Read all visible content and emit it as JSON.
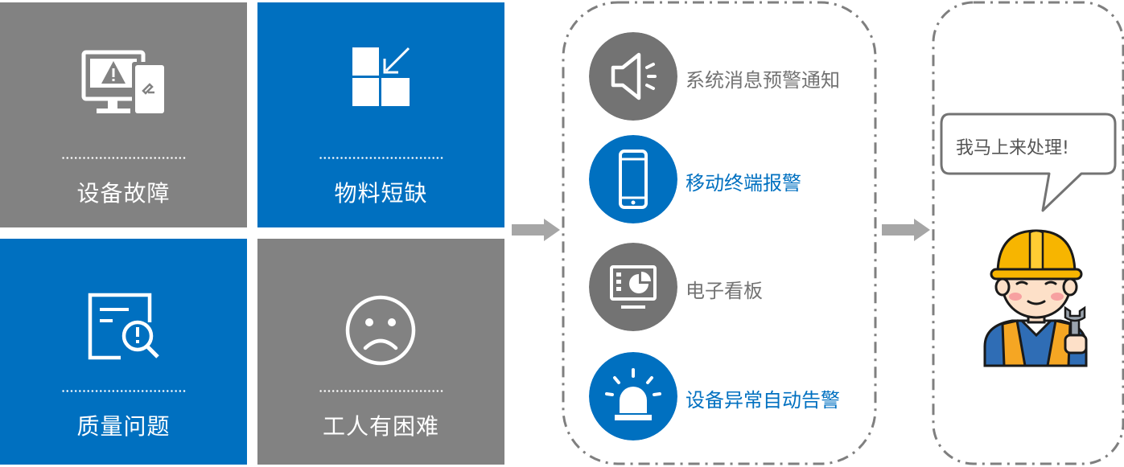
{
  "problems": [
    {
      "label": "设备故障",
      "icon": "computer-warning-icon",
      "bg": "#828282"
    },
    {
      "label": "物料短缺",
      "icon": "blocks-arrow-icon",
      "bg": "#0070c0"
    },
    {
      "label": "质量问题",
      "icon": "document-search-icon",
      "bg": "#0070c0"
    },
    {
      "label": "工人有困难",
      "icon": "sad-face-icon",
      "bg": "#828282"
    }
  ],
  "channels": [
    {
      "label": "系统消息预警通知",
      "icon": "speaker-icon",
      "color": "#737373"
    },
    {
      "label": "移动终端报警",
      "icon": "smartphone-icon",
      "color": "#0070c0"
    },
    {
      "label": "电子看板",
      "icon": "dashboard-monitor-icon",
      "color": "#737373"
    },
    {
      "label": "设备异常自动告警",
      "icon": "alarm-light-icon",
      "color": "#0070c0"
    }
  ],
  "response": {
    "bubble_text": "我马上来处理!",
    "icon": "worker-icon"
  },
  "colors": {
    "blue": "#0070c0",
    "gray": "#828282",
    "dark_gray": "#737373",
    "arrow": "#a6a6a6"
  }
}
